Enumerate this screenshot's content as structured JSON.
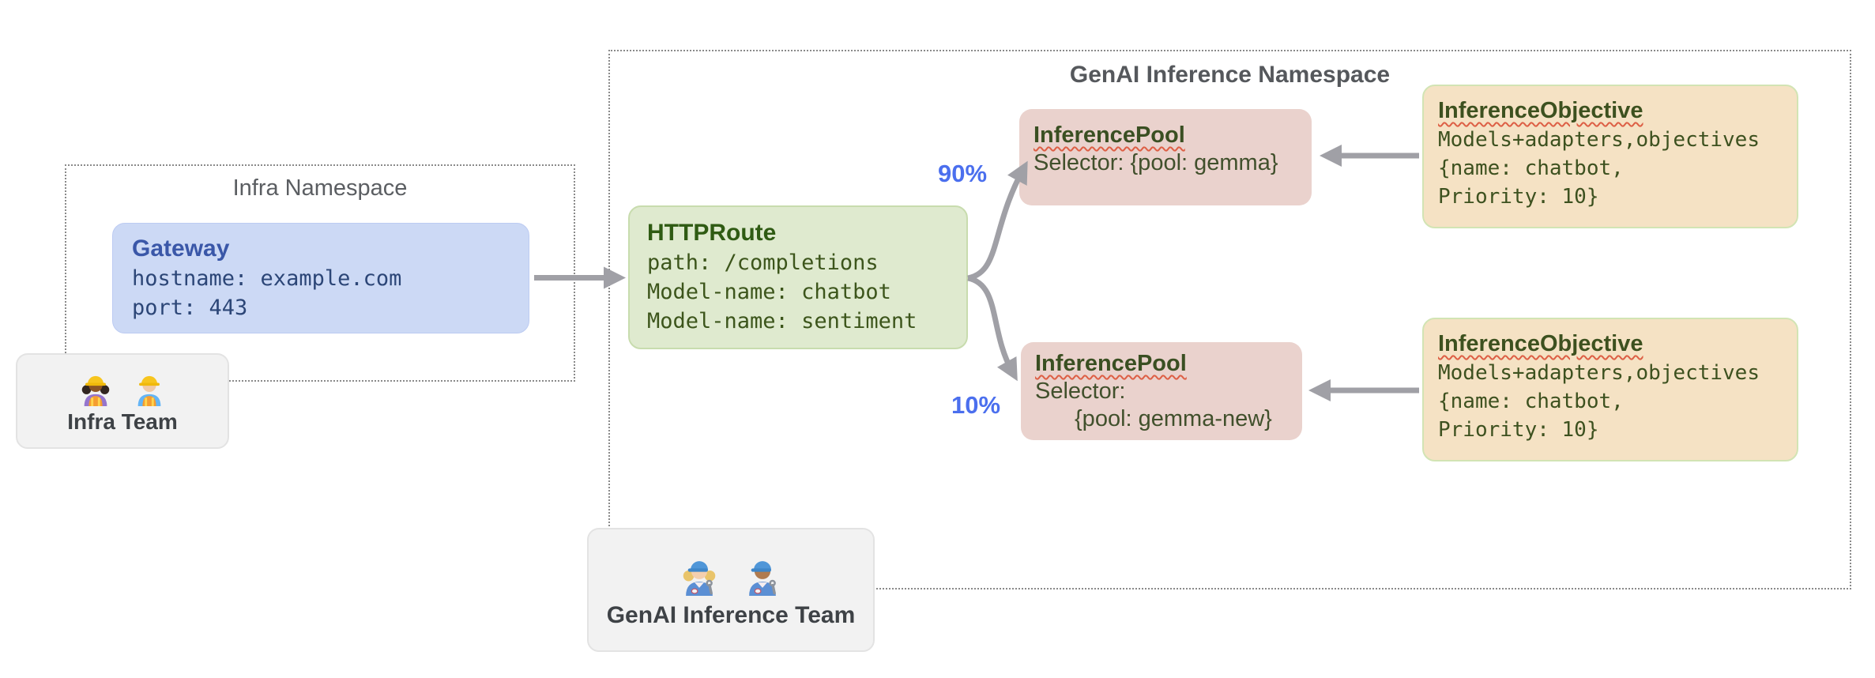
{
  "infra_namespace": {
    "title": "Infra Namespace",
    "gateway": {
      "title": "Gateway",
      "lines": [
        "hostname: example.com",
        "port: 443"
      ]
    }
  },
  "genai_namespace": {
    "title": "GenAI Inference Namespace",
    "httproute": {
      "title": "HTTPRoute",
      "lines": [
        "path: /completions",
        "Model-name: chatbot",
        "Model-name: sentiment"
      ]
    },
    "pools": [
      {
        "title": "InferencePool",
        "lines": [
          "Selector: {pool: gemma}"
        ]
      },
      {
        "title": "InferencePool",
        "lines": [
          "Selector:",
          "{pool: gemma-new}"
        ]
      }
    ],
    "objectives": [
      {
        "title": "InferenceObjective",
        "lines": [
          "Models+adapters,objectives",
          "{name: chatbot,",
          "Priority: 10}"
        ]
      },
      {
        "title": "InferenceObjective",
        "lines": [
          "Models+adapters,objectives",
          "{name: chatbot,",
          "Priority: 10}"
        ]
      }
    ],
    "traffic": {
      "to_pool1": "90%",
      "to_pool2": "10%"
    }
  },
  "teams": {
    "infra": {
      "label": "Infra Team",
      "icons": [
        "woman-construction-worker",
        "man-construction-worker"
      ]
    },
    "genai": {
      "label": "GenAI Inference Team",
      "icons": [
        "woman-mechanic",
        "man-mechanic"
      ]
    }
  },
  "colors": {
    "accent_blue": "#4b6fee",
    "arrow_gray": "#a0a0a6",
    "gateway_fill": "#ccd9f5",
    "gateway_text": "#2c4677",
    "route_fill": "#dfeacf",
    "route_text": "#3c551b",
    "pool_fill": "#ead2cd",
    "pool_text": "#41502c",
    "objective_fill": "#f5e2c4",
    "objective_text": "#3d511f",
    "squiggle_red": "#dd5f45"
  }
}
